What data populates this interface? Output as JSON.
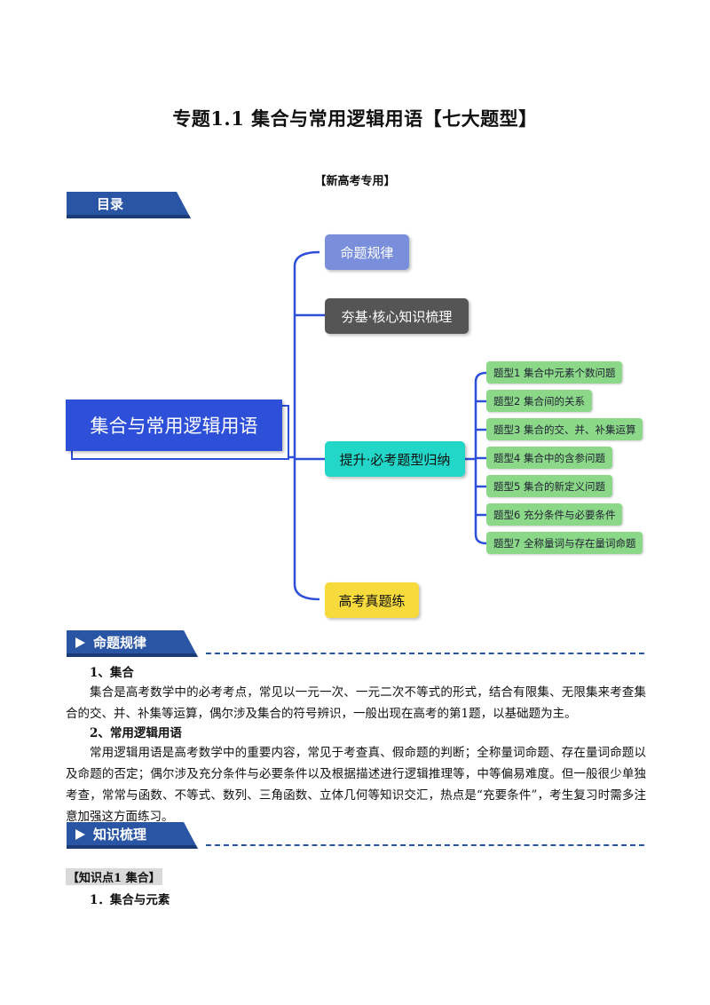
{
  "document": {
    "title": "专题1.1  集合与常用逻辑用语【七大题型】",
    "subtitle": "【新高考专用】"
  },
  "banners": {
    "toc": "目录",
    "rules": "命题规律",
    "knowledge": "知识梳理"
  },
  "mindmap": {
    "root": "集合与常用逻辑用语",
    "branches": [
      {
        "label": "命题规律",
        "color": "#7a8fdb"
      },
      {
        "label": "夯基·核心知识梳理",
        "color": "#555555"
      },
      {
        "label": "提升·必考题型归纳",
        "color": "#22d6c8"
      },
      {
        "label": "高考真题练",
        "color": "#f7db3c"
      }
    ],
    "leaves": [
      "题型1 集合中元素个数问题",
      "题型2 集合间的关系",
      "题型3 集合的交、并、补集运算",
      "题型4 集合中的含参问题",
      "题型5 集合的新定义问题",
      "题型6 充分条件与必要条件",
      "题型7 全称量词与存在量词命题"
    ],
    "line_color": "#2e4fd8",
    "root_color": "#2e4fd8"
  },
  "section_rules": {
    "h1": "1、集合",
    "p1": "集合是高考数学中的必考考点，常见以一元一次、一元二次不等式的形式，结合有限集、无限集来考查集合的交、并、补集等运算，偶尔涉及集合的符号辨识，一般出现在高考的第1题，以基础题为主。",
    "h2": "2、常用逻辑用语",
    "p2": "常用逻辑用语是高考数学中的重要内容，常见于考查真、假命题的判断；全称量词命题、存在量词命题以及命题的否定；偶尔涉及充分条件与必要条件以及根据描述进行逻辑推理等，中等偏易难度。但一般很少单独考查，常常与函数、不等式、数列、三角函数、立体几何等知识交汇，热点是“充要条件”，考生复习时需多注意加强这方面练习。"
  },
  "section_knowledge": {
    "point": "【知识点1   集合】",
    "sub": "1．集合与元素"
  }
}
